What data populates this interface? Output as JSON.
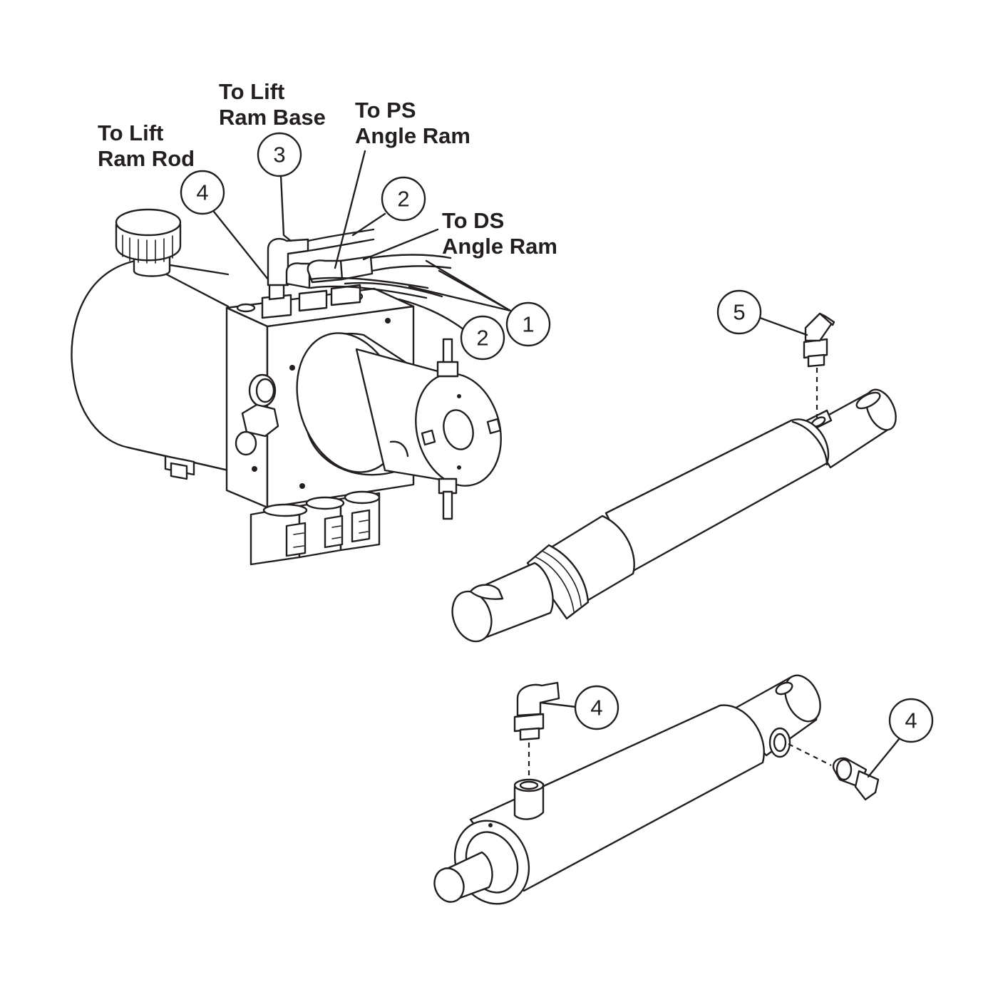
{
  "labels": {
    "lift_rod_1": "To Lift",
    "lift_rod_2": "Ram Rod",
    "lift_base_1": "To Lift",
    "lift_base_2": "Ram Base",
    "ps_angle_1": "To PS",
    "ps_angle_2": "Angle Ram",
    "ds_angle_1": "To DS",
    "ds_angle_2": "Angle Ram"
  },
  "callouts": {
    "pump_4": "4",
    "pump_3": "3",
    "pump_2_upper": "2",
    "pump_2_lower": "2",
    "pump_1": "1",
    "angle_ram_5": "5",
    "lift_ram_4_top": "4",
    "lift_ram_4_side": "4"
  }
}
